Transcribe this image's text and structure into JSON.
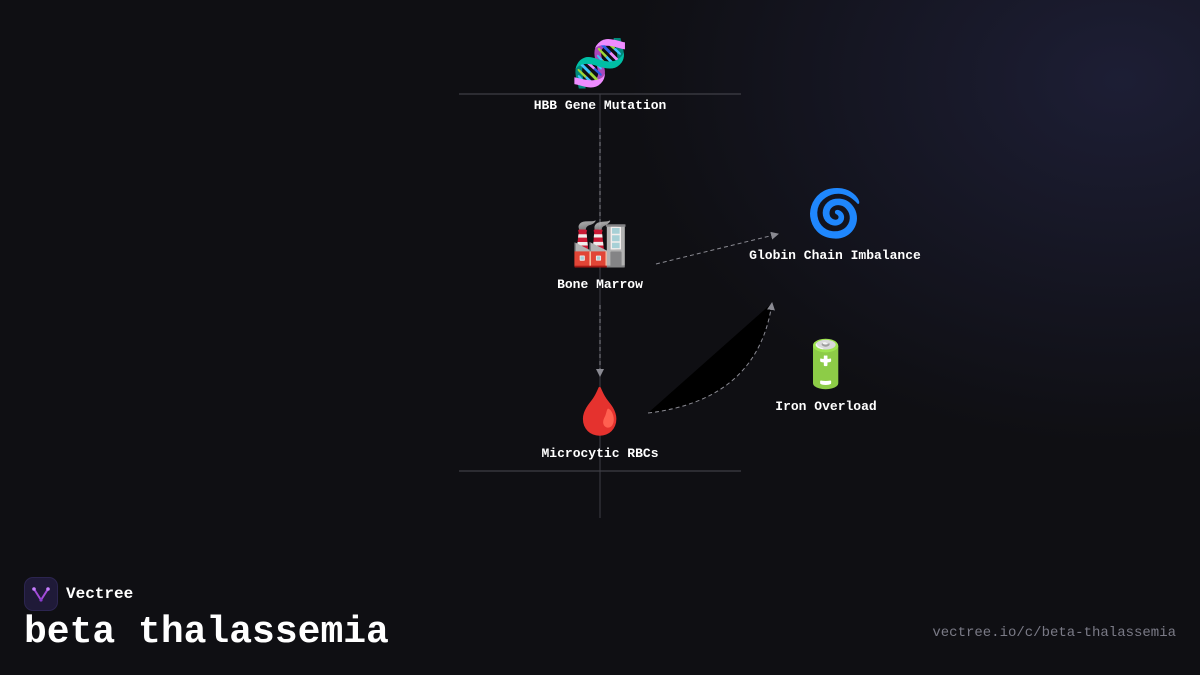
{
  "diagram": {
    "nodes": [
      {
        "id": "hbb",
        "emoji": "🧬",
        "emoji_name": "dna-icon",
        "label": "HBB Gene Mutation"
      },
      {
        "id": "marrow",
        "emoji": "🏭",
        "emoji_name": "factory-icon",
        "label": "Bone Marrow"
      },
      {
        "id": "globin",
        "emoji": "🌀",
        "emoji_name": "cyclone-icon",
        "label": "Globin Chain Imbalance"
      },
      {
        "id": "iron",
        "emoji": "🔋",
        "emoji_name": "battery-icon",
        "label": "Iron Overload"
      },
      {
        "id": "rbc",
        "emoji": "🩸",
        "emoji_name": "blood-drop-icon",
        "label": "Microcytic RBCs"
      }
    ],
    "edges": [
      {
        "from": "hbb",
        "to": "marrow",
        "style": "dashed"
      },
      {
        "from": "marrow",
        "to": "rbc",
        "style": "dashed",
        "arrow": true
      },
      {
        "from": "marrow",
        "to": "globin",
        "style": "dashed",
        "arrow": true
      },
      {
        "from": "rbc",
        "to": "globin",
        "style": "dashed-curve",
        "arrow": true
      }
    ],
    "colors": {
      "line": "#5a5a62",
      "edge": "#8a8a92",
      "label": "#ffffff"
    }
  },
  "brand": {
    "name": "Vectree",
    "logo_icon": "vectree-logo-icon",
    "logo_color": "#a24bd9"
  },
  "page": {
    "title": "beta thalassemia",
    "url": "vectree.io/c/beta-thalassemia"
  }
}
